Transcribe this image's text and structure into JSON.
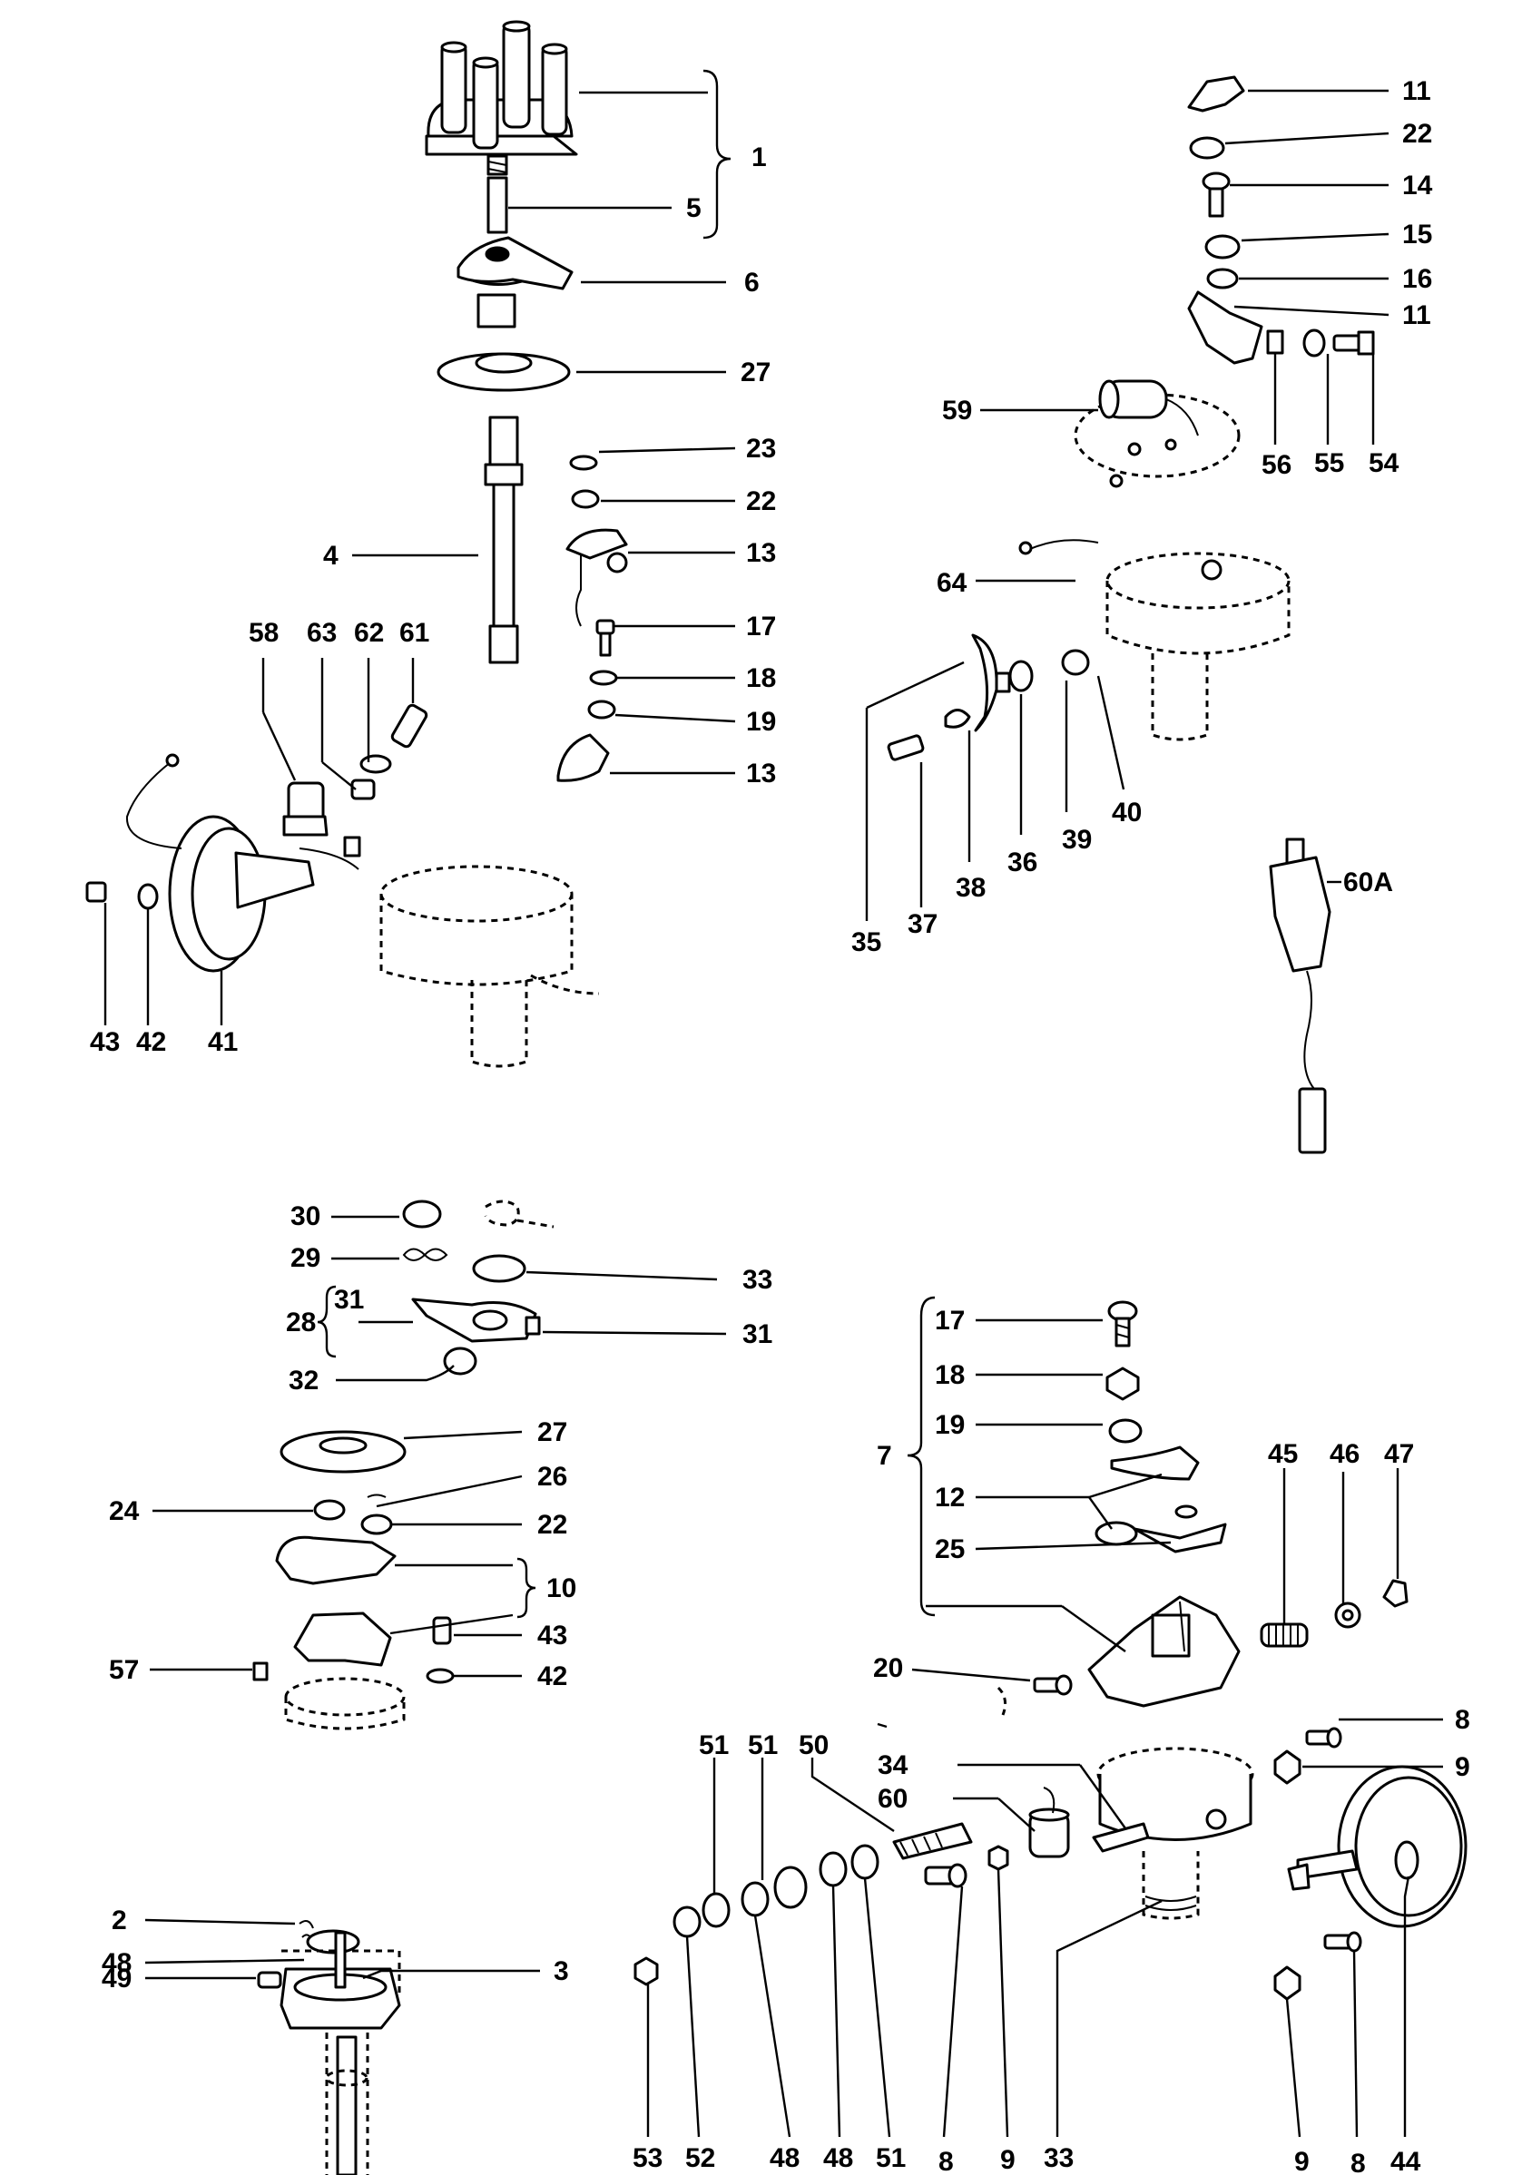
{
  "callouts": {
    "c1": "1",
    "c5": "5",
    "c6": "6",
    "c27a": "27",
    "c23": "23",
    "c22a": "22",
    "c4": "4",
    "c13a": "13",
    "c17a": "17",
    "c18a": "18",
    "c19a": "19",
    "c13b": "13",
    "c58": "58",
    "c63": "63",
    "c62": "62",
    "c61": "61",
    "c43a": "43",
    "c42a": "42",
    "c41": "41",
    "c11a": "11",
    "c22b": "22",
    "c14": "14",
    "c15": "15",
    "c16": "16",
    "c11b": "11",
    "c59": "59",
    "c56": "56",
    "c55": "55",
    "c54": "54",
    "c64": "64",
    "c35": "35",
    "c37": "37",
    "c38": "38",
    "c36": "36",
    "c39": "39",
    "c40": "40",
    "c60A": "60A",
    "c30": "30",
    "c29": "29",
    "c33a": "33",
    "c28": "28",
    "c31a": "31",
    "c31b": "31",
    "c32": "32",
    "c27b": "27",
    "c26": "26",
    "c24": "24",
    "c22c": "22",
    "c10": "10",
    "c43b": "43",
    "c57": "57",
    "c42b": "42",
    "c2": "2",
    "c48a": "48",
    "c49": "49",
    "c3": "3",
    "c17b": "17",
    "c18b": "18",
    "c19b": "19",
    "c7": "7",
    "c12": "12",
    "c25": "25",
    "c45": "45",
    "c46": "46",
    "c47": "47",
    "c20": "20",
    "c8a": "8",
    "c9a": "9",
    "c34": "34",
    "c60": "60",
    "c51a": "51",
    "c51b": "51",
    "c50": "50",
    "c53": "53",
    "c52": "52",
    "c48b": "48",
    "c48c": "48",
    "c51c": "51",
    "c8b": "8",
    "c9b": "9",
    "c33b": "33",
    "c9c": "9",
    "c8c": "8",
    "c44": "44"
  }
}
